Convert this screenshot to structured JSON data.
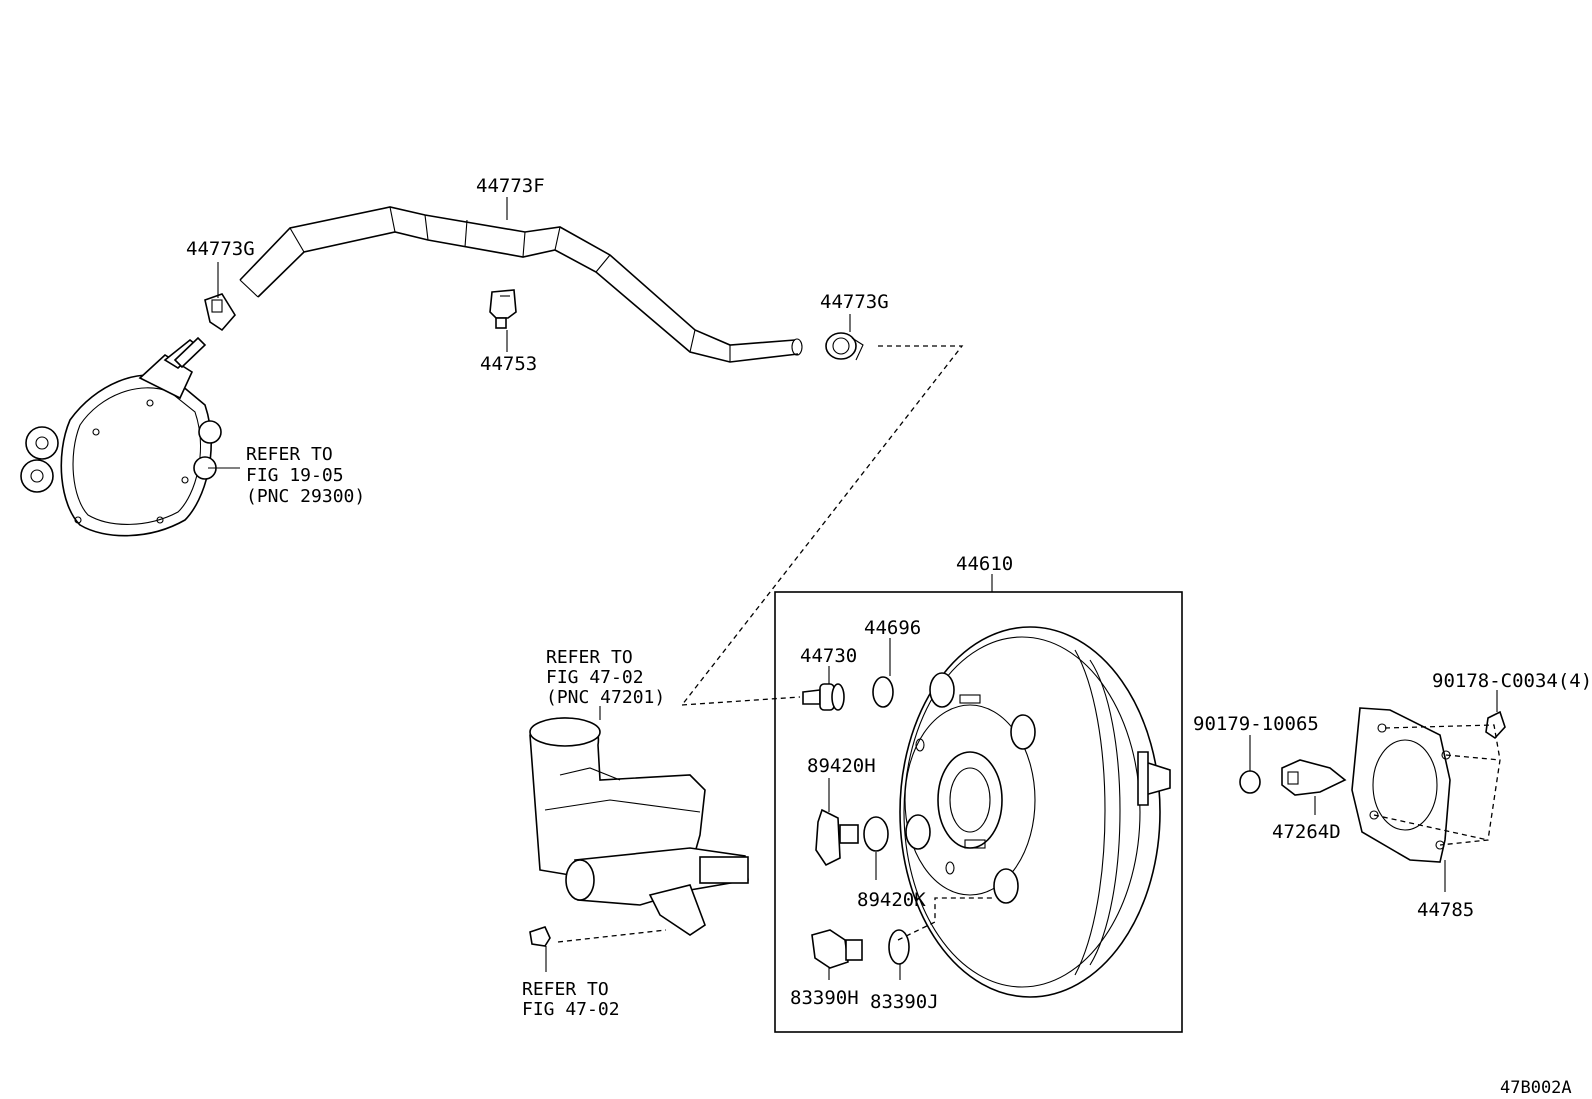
{
  "diagram_id": "47B002A",
  "labels": {
    "hose_main": "44773F",
    "clamp_left": "44773G",
    "clamp_right": "44773G",
    "connector_hose": "44753",
    "booster_assy": "44610",
    "gasket_booster": "44696",
    "check_valve": "44730",
    "sensor_upper": "89420H",
    "gasket_sensor": "89420K",
    "switch_lower": "83390H",
    "gasket_switch": "83390J",
    "nut_right": "90178-C0034(4)",
    "grommet_right": "90179-10065",
    "bracket": "47264D",
    "gasket_plate": "44785"
  },
  "refs": {
    "vacuum_pump": {
      "line1": "REFER TO",
      "line2": "FIG 19-05",
      "line3": "(PNC 29300)"
    },
    "master_cyl": {
      "line1": "REFER TO",
      "line2": "FIG 47-02",
      "line3": "(PNC 47201)"
    },
    "reservoir_cap": {
      "line1": "REFER TO",
      "line2": "FIG 47-02"
    }
  },
  "colors": {
    "line": "#000000",
    "background": "#ffffff"
  }
}
